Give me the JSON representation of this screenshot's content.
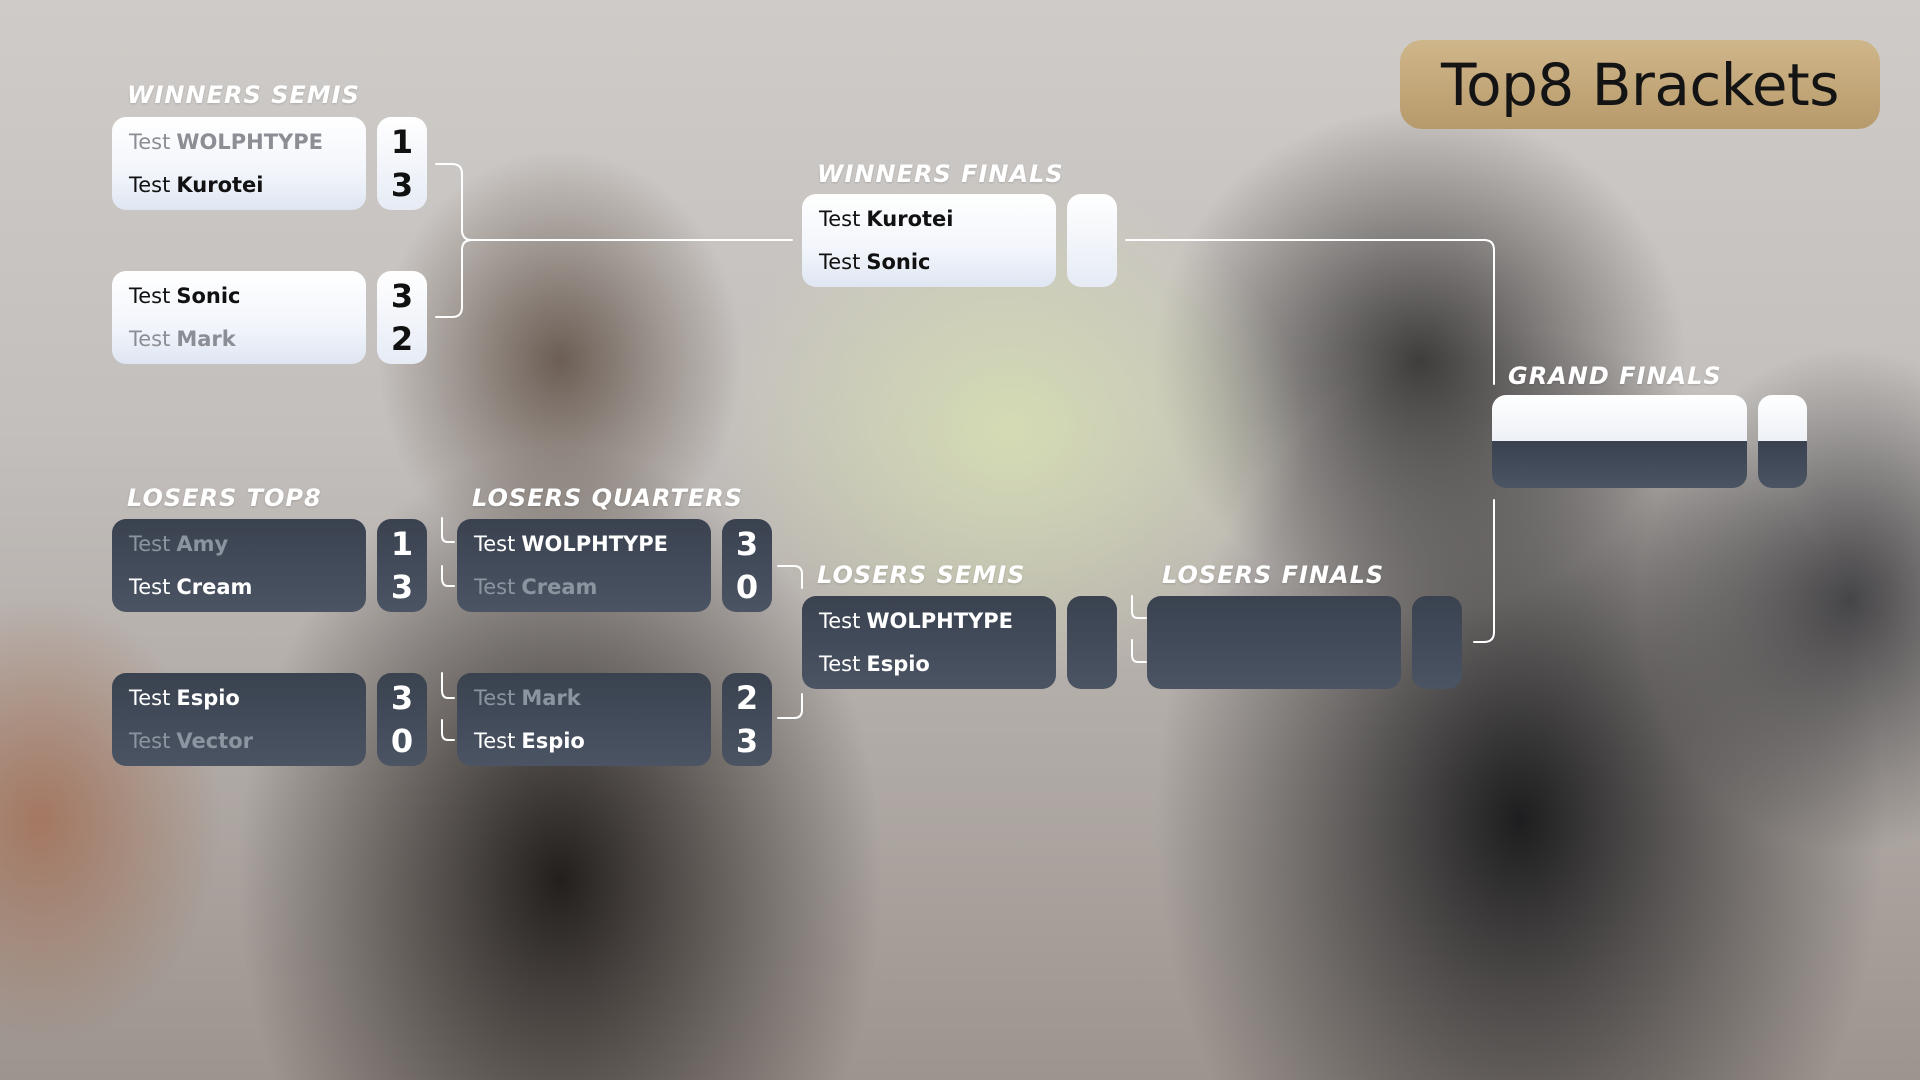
{
  "title": "Top8 Brackets",
  "prefix": "Test",
  "winners_semis": {
    "label": "WINNERS SEMIS",
    "match1": {
      "p1": "WOLPHTYPE",
      "p2": "Kurotei",
      "s1": "1",
      "s2": "3"
    },
    "match2": {
      "p1": "Sonic",
      "p2": "Mark",
      "s1": "3",
      "s2": "2"
    }
  },
  "winners_finals": {
    "label": "WINNERS FINALS",
    "match": {
      "p1": "Kurotei",
      "p2": "Sonic",
      "s1": "",
      "s2": ""
    }
  },
  "grand_finals": {
    "label": "GRAND FINALS"
  },
  "losers_top8": {
    "label": "LOSERS TOP8",
    "match1": {
      "p1": "Amy",
      "p2": "Cream",
      "s1": "1",
      "s2": "3"
    },
    "match2": {
      "p1": "Espio",
      "p2": "Vector",
      "s1": "3",
      "s2": "0"
    }
  },
  "losers_quarters": {
    "label": "LOSERS QUARTERS",
    "match1": {
      "p1": "WOLPHTYPE",
      "p2": "Cream",
      "s1": "3",
      "s2": "0"
    },
    "match2": {
      "p1": "Mark",
      "p2": "Espio",
      "s1": "2",
      "s2": "3"
    }
  },
  "losers_semis": {
    "label": "LOSERS SEMIS",
    "match": {
      "p1": "WOLPHTYPE",
      "p2": "Espio",
      "s1": "",
      "s2": ""
    }
  },
  "losers_finals": {
    "label": "LOSERS FINALS"
  },
  "colors": {
    "title_pill": "#c4a679",
    "light_card": "#ffffff",
    "dark_card": "#3f4755",
    "loser_text_light": "#8b8e94",
    "loser_text_dark": "#8c94a0"
  }
}
